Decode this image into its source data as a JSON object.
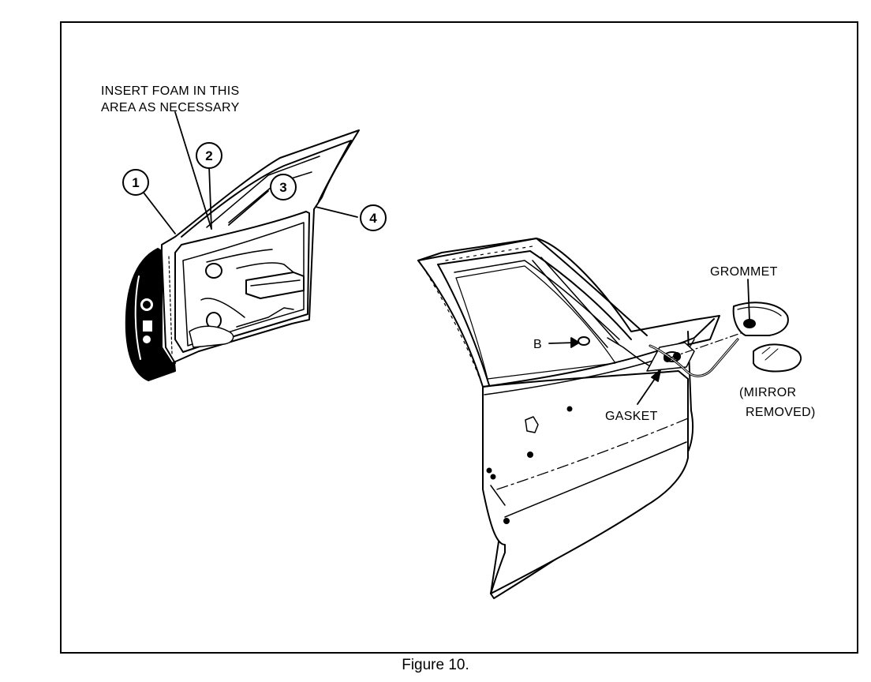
{
  "figure": {
    "caption": "Figure 10."
  },
  "labels": {
    "foam_line1": "INSERT FOAM IN THIS",
    "foam_line2": "AREA AS NECESSARY",
    "grommet": "GROMMET",
    "b": "B",
    "gasket": "GASKET",
    "mirror_line1": "(MIRROR",
    "mirror_line2": "REMOVED)"
  },
  "callouts": [
    "1",
    "2",
    "3",
    "4"
  ],
  "colors": {
    "ink": "#000000",
    "paper": "#ffffff"
  }
}
